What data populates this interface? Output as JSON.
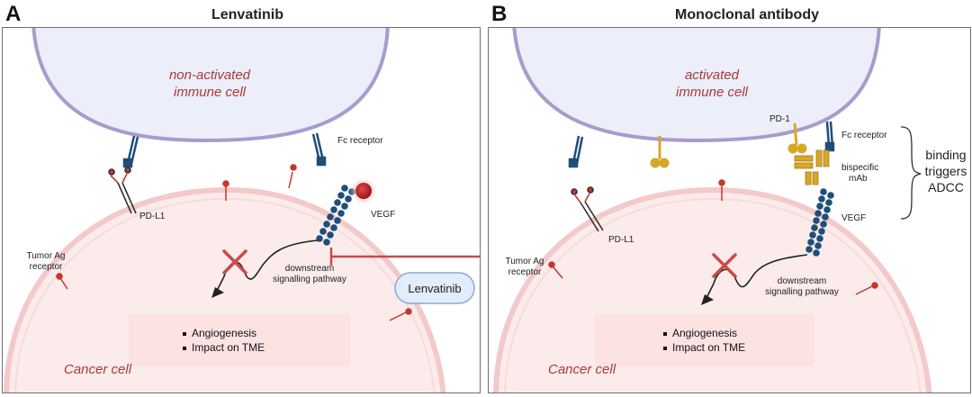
{
  "panel_a": {
    "letter": "A",
    "title": "Lenvatinib",
    "immune_cell_line1": "non-activated",
    "immune_cell_line2": "immune cell",
    "fc_receptor": "Fc receptor",
    "pdl1": "PD-L1",
    "vegf": "VEGF",
    "tumor_ag_line1": "Tumor Ag",
    "tumor_ag_line2": "receptor",
    "pathway_line1": "downstream",
    "pathway_line2": "signalling pathway",
    "drug": "Lenvatinib",
    "effect1": "Angiogenesis",
    "effect2": "Impact on TME",
    "cancer_cell": "Cancer cell"
  },
  "panel_b": {
    "letter": "B",
    "title": "Monoclonal antibody",
    "immune_cell_line1": "activated",
    "immune_cell_line2": "immune cell",
    "pd1": "PD-1",
    "fc_receptor": "Fc receptor",
    "bispecific_line1": "bispecific",
    "bispecific_line2": "mAb",
    "vegf": "VEGF",
    "pdl1": "PD-L1",
    "tumor_ag_line1": "Tumor Ag",
    "tumor_ag_line2": "receptor",
    "pathway_line1": "downstream",
    "pathway_line2": "signalling pathway",
    "effect1": "Angiogenesis",
    "effect2": "Impact on TME",
    "cancer_cell": "Cancer cell",
    "adcc_line1": "binding",
    "adcc_line2": "triggers",
    "adcc_line3": "ADCC"
  },
  "colors": {
    "immune_fill": "#eceef9",
    "immune_stroke": "#a79ccc",
    "cancer_fill": "#fcebeb",
    "cancer_stroke": "#f2c4c4",
    "receptor": "#1f4e79",
    "vegf_red": "#c62828",
    "antibody_gold": "#d9a62a",
    "inhibit_red": "#c94a4a",
    "drug_bubble": "#e3ecfa"
  }
}
